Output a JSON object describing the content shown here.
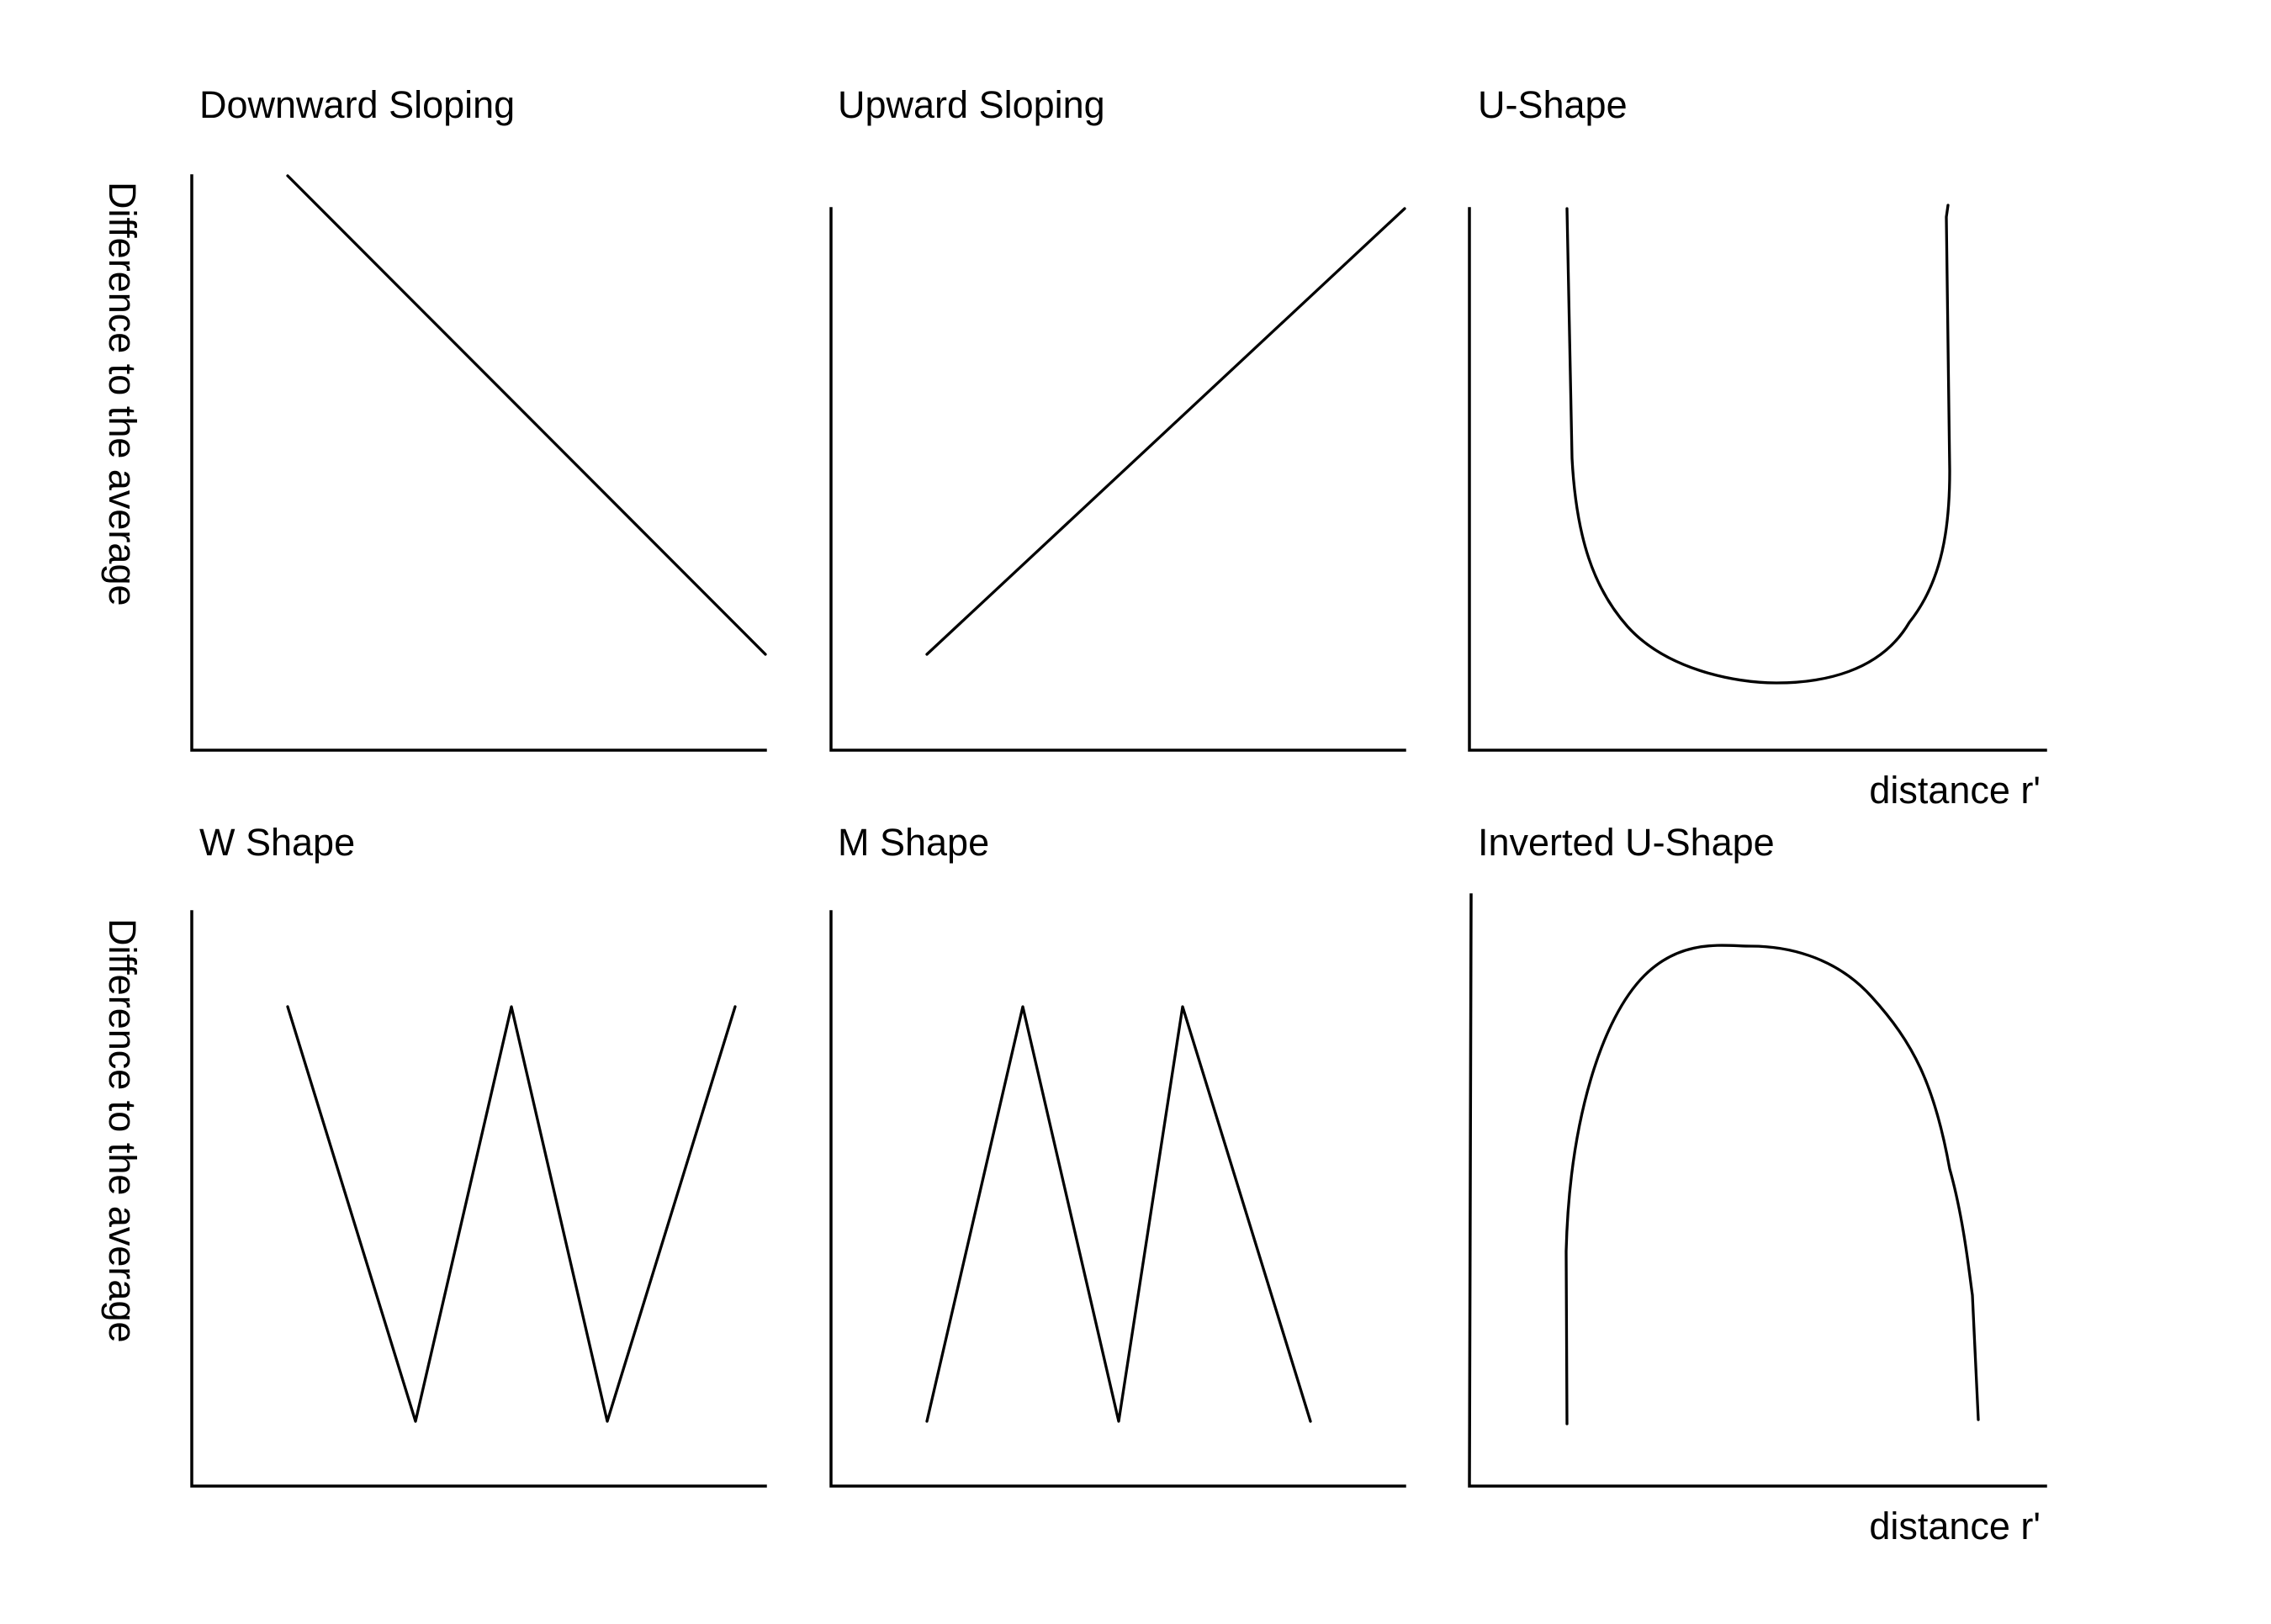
{
  "panels": [
    {
      "title": "Downward Sloping",
      "ylabel": "Difference to the average",
      "xlabel": "",
      "shape": "downward-sloping"
    },
    {
      "title": "Upward Sloping",
      "ylabel": "",
      "xlabel": "",
      "shape": "upward-sloping"
    },
    {
      "title": "U-Shape",
      "ylabel": "",
      "xlabel": "distance r'",
      "shape": "u-shape"
    },
    {
      "title": "W Shape",
      "ylabel": "Difference to the average",
      "xlabel": "",
      "shape": "w-shape"
    },
    {
      "title": "M Shape",
      "ylabel": "",
      "xlabel": "",
      "shape": "m-shape"
    },
    {
      "title": "Inverted U-Shape",
      "ylabel": "",
      "xlabel": "distance r'",
      "shape": "inverted-u-shape"
    }
  ],
  "colors": {
    "line": "#000000",
    "background": "#ffffff"
  }
}
